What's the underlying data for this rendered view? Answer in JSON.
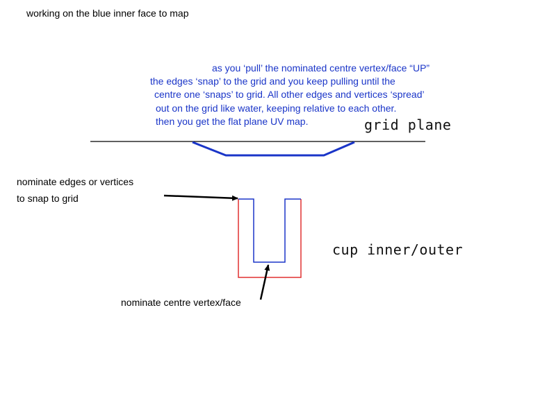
{
  "title": "working on the blue inner face to map",
  "explanation": {
    "line1": "as you ‘pull’ the nominated centre vertex/face “UP”",
    "line2": "the edges ‘snap’ to the grid and you keep pulling until the",
    "line3": "centre one ‘snaps’ to grid. All other edges and vertices ‘spread’",
    "line4": "out on the grid like water, keeping relative to each other.",
    "line5": "then you get the flat plane UV map."
  },
  "labels": {
    "grid_plane": "grid plane",
    "cup": "cup inner/outer",
    "nominate_edges_line1": "nominate edges or vertices",
    "nominate_edges_line2": "to snap to grid",
    "nominate_centre": "nominate centre vertex/face"
  },
  "colors": {
    "inner_face": "#1a35c8",
    "outer_face": "#e03030",
    "grid_line": "#000000",
    "arrow": "#000000"
  }
}
